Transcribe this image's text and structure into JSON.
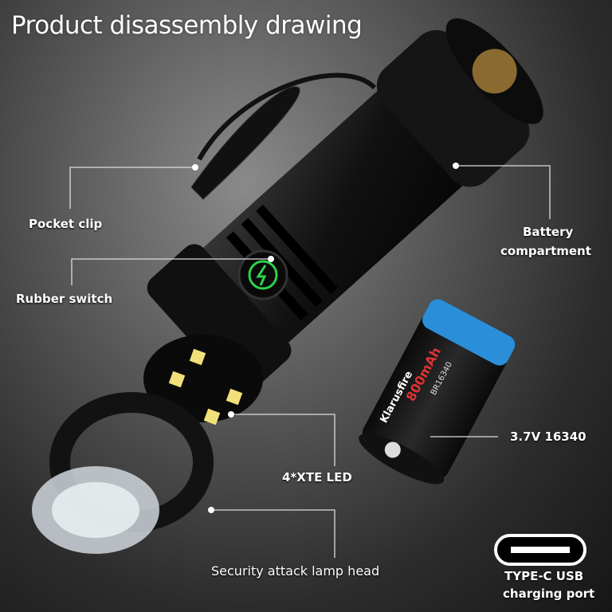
{
  "title": "Product disassembly drawing",
  "labels": {
    "pocket_clip": "Pocket clip",
    "battery_compartment_1": "Battery",
    "battery_compartment_2": "compartment",
    "rubber_switch": "Rubber switch",
    "battery": "3.7V 16340",
    "led": "4*XTE LED",
    "lamp_head": "Security attack lamp head",
    "usb_1": "TYPE-C USB",
    "usb_2": "charging port"
  },
  "battery_print": {
    "brand": "Klarusfire",
    "capacity": "800mAh",
    "model": "BR16340"
  },
  "colors": {
    "accent_green": "#2fd24a",
    "battery_blue": "#2a8fd8",
    "led_yellow": "#f2e07a"
  }
}
